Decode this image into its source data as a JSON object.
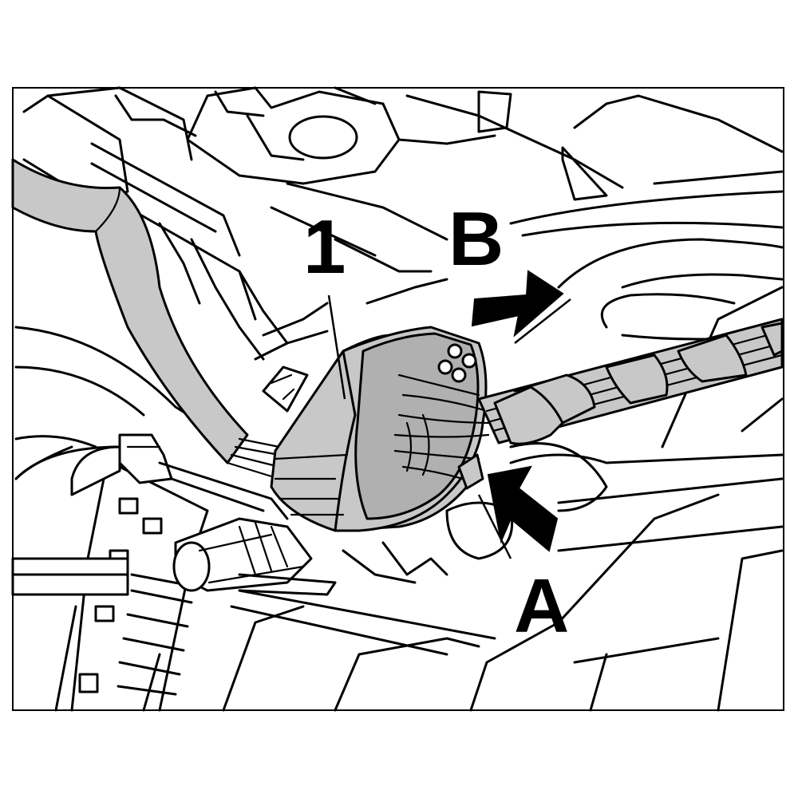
{
  "labels": {
    "part_number": "1",
    "callout_a": "A",
    "callout_b": "B"
  },
  "colors": {
    "line": "#000000",
    "background": "#ffffff",
    "component_gray": "#c8c8c8",
    "arrow_fill": "#000000"
  },
  "arrows": {
    "arrow_a": "black-arrow-pointing-up-left-at-locking-tab",
    "arrow_b": "black-arrow-pointing-right-disconnect-direction"
  }
}
